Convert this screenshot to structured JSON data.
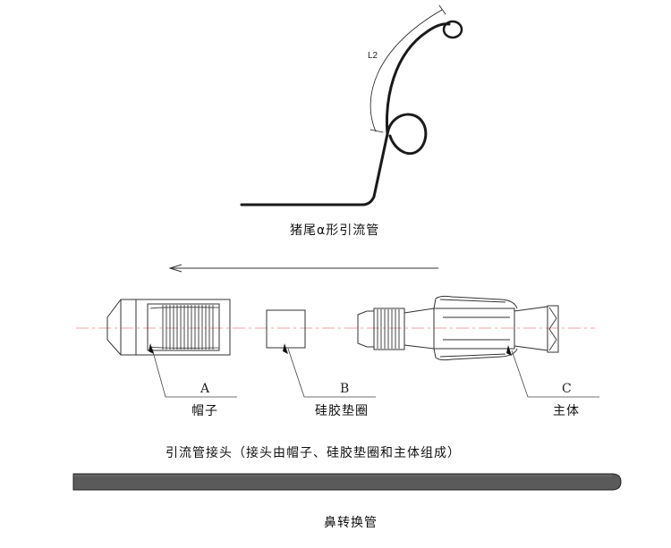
{
  "pigtail": {
    "dimension_label": "L2",
    "caption": "猪尾α形引流管"
  },
  "connector": {
    "part_a": {
      "letter": "A",
      "name": "帽子"
    },
    "part_b": {
      "letter": "B",
      "name": "硅胶垫圈"
    },
    "part_c": {
      "letter": "C",
      "name": "主体"
    },
    "caption": "引流管接头（接头由帽子、硅胶垫圈和主体组成）"
  },
  "nasal_tube": {
    "caption": "鼻转换管"
  },
  "colors": {
    "line": "#1a1a1a",
    "centerline": "#e08a8a",
    "tube_fill": "#5a5a5a"
  }
}
